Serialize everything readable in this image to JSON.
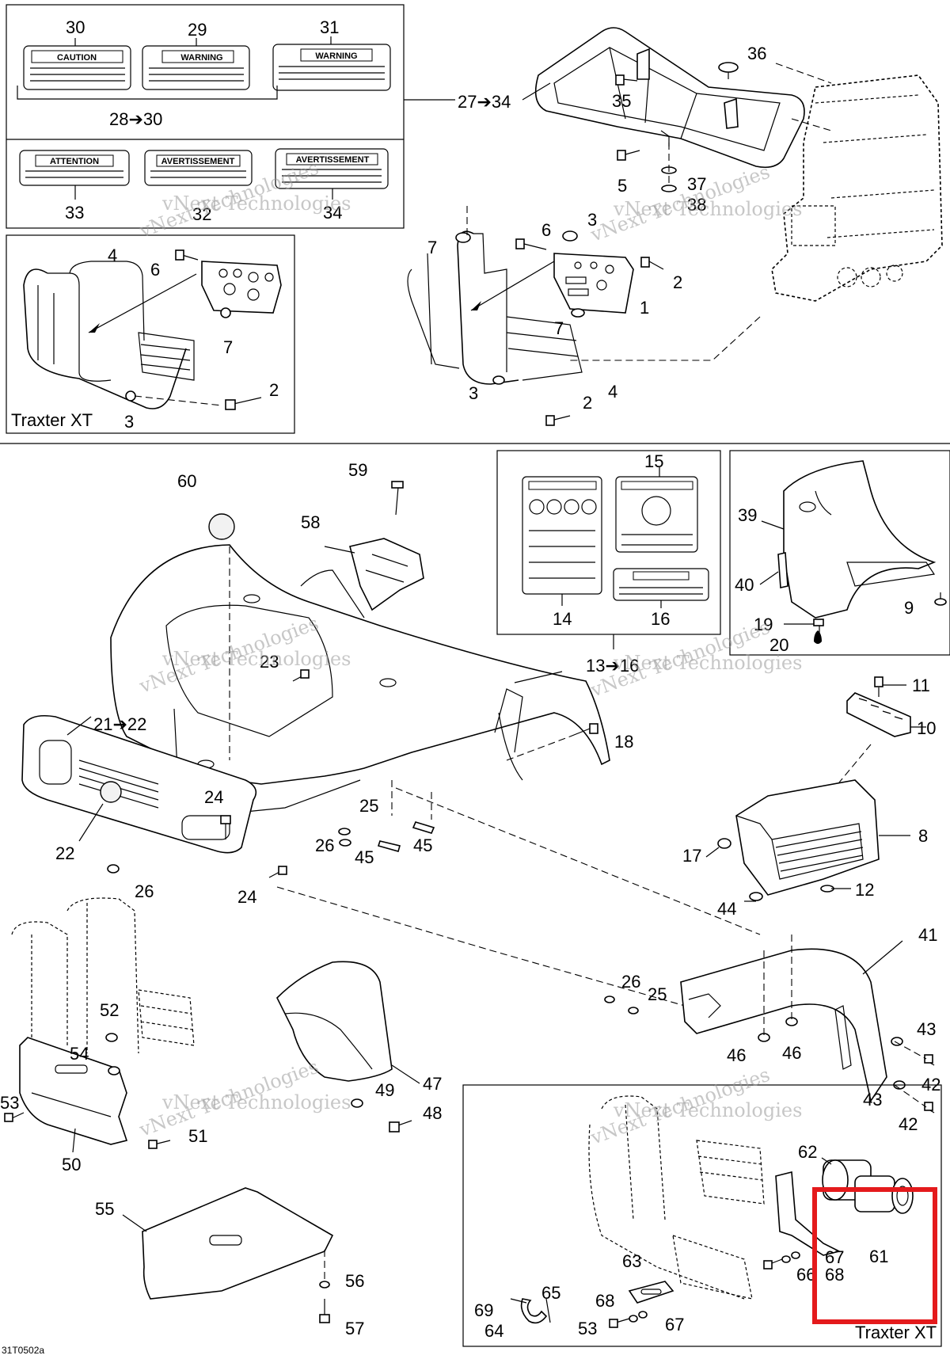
{
  "decal_labels": {
    "caution": "CAUTION",
    "warning": "WARNING",
    "attention": "ATTENTION",
    "avertissement": "AVERTISSEMENT"
  },
  "model_label": "Traxter XT",
  "watermark": "vNext Technologies",
  "drawing_code": "31T0502a",
  "callouts": {
    "c30": "30",
    "c29": "29",
    "c31": "31",
    "c28_30": "28➔30",
    "c33": "33",
    "c32": "32",
    "c34": "34",
    "c27_34": "27➔34",
    "c36": "36",
    "c35": "35",
    "c5": "5",
    "c37": "37",
    "c38": "38",
    "c4a": "4",
    "c6a": "6",
    "c7a": "7",
    "c2a": "2",
    "c3a": "3",
    "c7b": "7",
    "c6b": "6",
    "c3b": "3",
    "c2b": "2",
    "c1": "1",
    "c7c": "7",
    "c3c": "3",
    "c2c": "2",
    "c4b": "4",
    "c60": "60",
    "c59": "59",
    "c58": "58",
    "c23": "23",
    "c15": "15",
    "c14": "14",
    "c16": "16",
    "c13_16": "13➔16",
    "c39": "39",
    "c40": "40",
    "c9": "9",
    "c19": "19",
    "c20": "20",
    "c21_22": "21➔22",
    "c18": "18",
    "c11": "11",
    "c10": "10",
    "c24a": "24",
    "c25a": "25",
    "c26a": "26",
    "c45a": "45",
    "c45b": "45",
    "c22": "22",
    "c26b": "26",
    "c24b": "24",
    "c8": "8",
    "c17": "17",
    "c12": "12",
    "c44": "44",
    "c41": "41",
    "c26c": "26",
    "c25b": "25",
    "c46a": "46",
    "c46b": "46",
    "c43a": "43",
    "c42a": "42",
    "c43b": "43",
    "c42b": "42",
    "c52": "52",
    "c54": "54",
    "c53a": "53",
    "c50": "50",
    "c51": "51",
    "c47": "47",
    "c49": "49",
    "c48": "48",
    "c55": "55",
    "c56": "56",
    "c57": "57",
    "c62": "62",
    "c67a": "67",
    "c68a": "68",
    "c66": "66",
    "c61": "61",
    "c63": "63",
    "c65": "65",
    "c68b": "68",
    "c69": "69",
    "c64": "64",
    "c53b": "53",
    "c67b": "67"
  },
  "colors": {
    "highlight": "#e41a1c",
    "line": "#000000",
    "watermark": "#9a9a9a"
  }
}
